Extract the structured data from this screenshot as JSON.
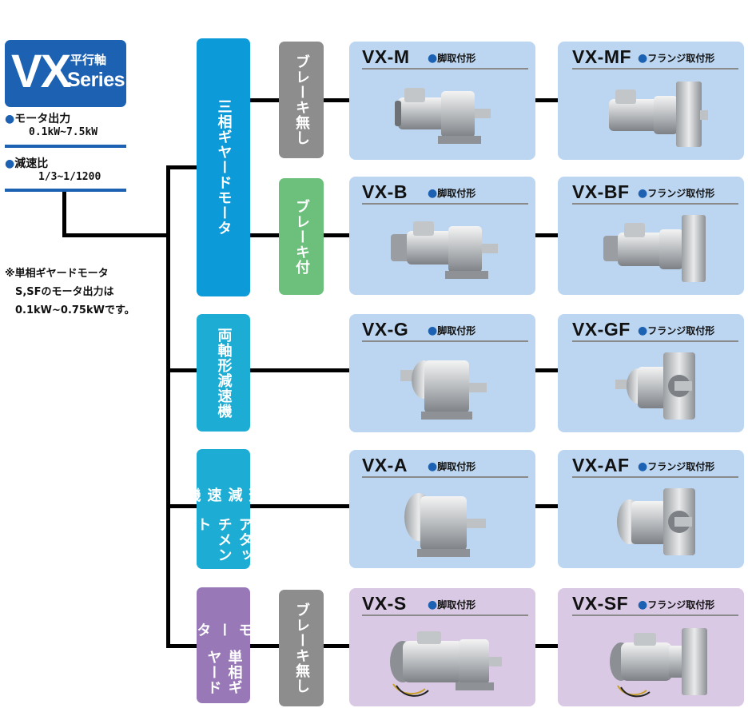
{
  "series": {
    "logo": "VX",
    "subtitle": "平行軸",
    "name": "Series",
    "specs": [
      {
        "label": "モータ出力",
        "value": "0.1kW~7.5kW"
      },
      {
        "label": "減速比",
        "value": "1/3~1/1200"
      }
    ],
    "note": "※単相ギヤードモータ\n　S,SFのモータ出力は\n　0.1kW~0.75kWです。"
  },
  "categories": {
    "three_phase": "三相ギヤードモータ",
    "dual_shaft": "両軸形減速機",
    "attachment_1": "アタッチメント",
    "attachment_2": "形減速機",
    "single_phase_1": "単相ギヤード",
    "single_phase_2": "モータ"
  },
  "brakes": {
    "none_1": "ブレーキ無し",
    "with": "ブレーキ付",
    "none_2": "ブレーキ無し"
  },
  "mount_types": {
    "foot": "脚取付形",
    "flange": "フランジ取付形"
  },
  "products": [
    {
      "model": "VX-M",
      "mount": "脚取付形"
    },
    {
      "model": "VX-MF",
      "mount": "フランジ取付形"
    },
    {
      "model": "VX-B",
      "mount": "脚取付形"
    },
    {
      "model": "VX-BF",
      "mount": "フランジ取付形"
    },
    {
      "model": "VX-G",
      "mount": "脚取付形"
    },
    {
      "model": "VX-GF",
      "mount": "フランジ取付形"
    },
    {
      "model": "VX-A",
      "mount": "脚取付形"
    },
    {
      "model": "VX-AF",
      "mount": "フランジ取付形"
    },
    {
      "model": "VX-S",
      "mount": "脚取付形"
    },
    {
      "model": "VX-SF",
      "mount": "フランジ取付形"
    }
  ],
  "colors": {
    "brand_blue": "#1d62b2",
    "three_phase": "#0d9ad8",
    "reducer": "#1dadd4",
    "single_phase": "#9878b6",
    "brake_none": "#8d8d8d",
    "brake_with": "#6cc07c",
    "panel_blue": "#bcd6f1",
    "panel_purple": "#d9c9e4"
  }
}
